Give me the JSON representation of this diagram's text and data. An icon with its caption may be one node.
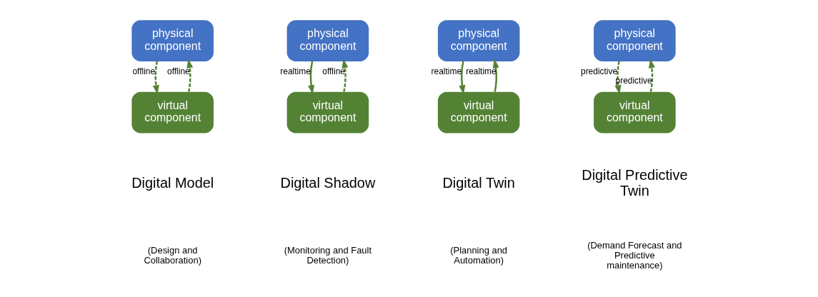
{
  "diagram": {
    "nodes": [
      {
        "text": [
          "physical component"
        ]
      },
      {
        "text": [
          "virtual component"
        ]
      },
      {
        "text": [
          "physical component"
        ]
      },
      {
        "text": [
          "virtual component"
        ]
      },
      {
        "text": [
          "physical component"
        ]
      },
      {
        "text": [
          "virtual component"
        ]
      },
      {
        "text": [
          "physical component"
        ]
      },
      {
        "text": [
          "virtual component"
        ]
      }
    ],
    "edges": [
      {
        "from": 0,
        "to": 1,
        "arrow": "to",
        "label": "offline",
        "style": "dashed"
      },
      {
        "from": 1,
        "to": 0,
        "arrow": "to",
        "label": "offline",
        "style": "dashed"
      },
      {
        "from": 2,
        "to": 3,
        "arrow": "to",
        "label": "realtime"
      },
      {
        "from": 3,
        "to": 2,
        "arrow": "to",
        "label": "offline",
        "style": "dashed"
      },
      {
        "from": 4,
        "to": 5,
        "arrow": "to",
        "label": "realtime"
      },
      {
        "from": 5,
        "to": 4,
        "arrow": "to",
        "label": "realtime"
      },
      {
        "from": 6,
        "to": 7,
        "arrow": "to",
        "label": "predictive",
        "style": "dashed"
      },
      {
        "from": 7,
        "to": 6,
        "arrow": "to",
        "label": "predictive",
        "style": "dashed"
      }
    ],
    "labels": [
      "Digital Model",
      "Digital Shadow",
      "Digital Twin",
      "Digital Predictive Twin",
      "(Design and Collaboration)",
      "(Monitoring and Fault Detection)",
      "(Planning and Automation)",
      "(Demand Forecast and Predictive maintenance)"
    ]
  }
}
